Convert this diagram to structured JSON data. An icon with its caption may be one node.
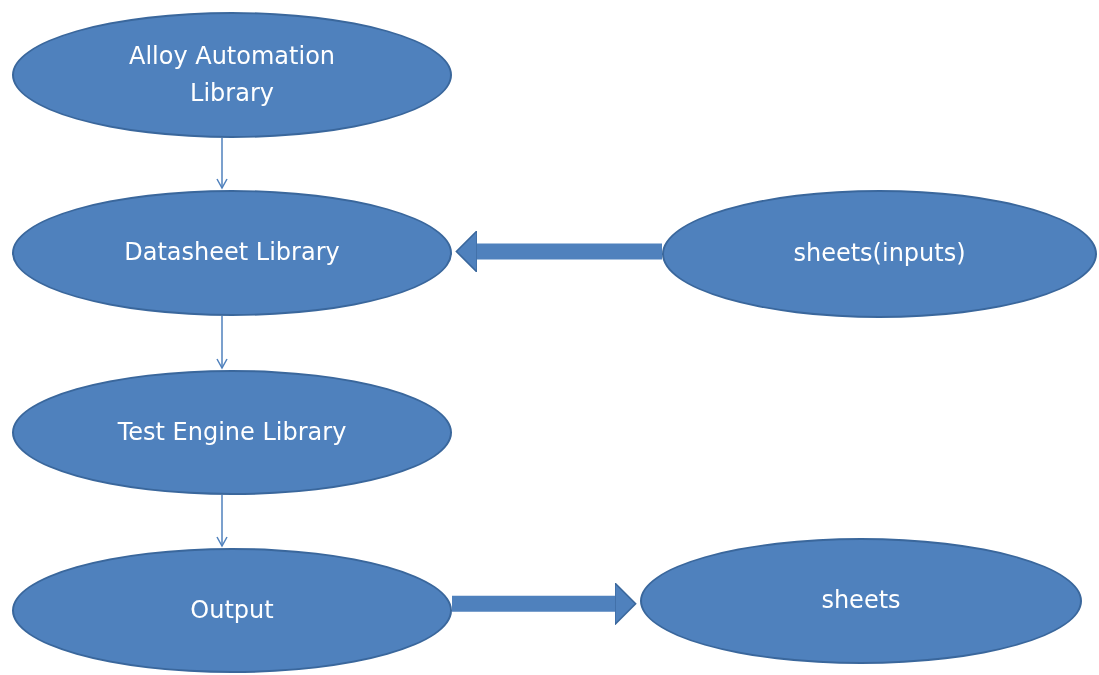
{
  "diagram": {
    "nodes": [
      {
        "text": [
          "Alloy Automation Library"
        ]
      },
      {
        "text": [
          "Datasheet Library"
        ]
      },
      {
        "text": [
          "Test Engine Library"
        ]
      },
      {
        "text": [
          "Output"
        ]
      },
      {
        "text": [
          "sheets(inputs)"
        ]
      },
      {
        "text": [
          "sheets"
        ]
      }
    ],
    "edges": [
      {
        "from": 0,
        "to": 1,
        "arrow": "to"
      },
      {
        "from": 4,
        "to": 1,
        "arrow": "to",
        "style": "thick"
      },
      {
        "from": 1,
        "to": 2,
        "arrow": "to"
      },
      {
        "from": 2,
        "to": 3,
        "arrow": "to"
      },
      {
        "from": 3,
        "to": 5,
        "arrow": "to",
        "style": "thick"
      }
    ]
  }
}
